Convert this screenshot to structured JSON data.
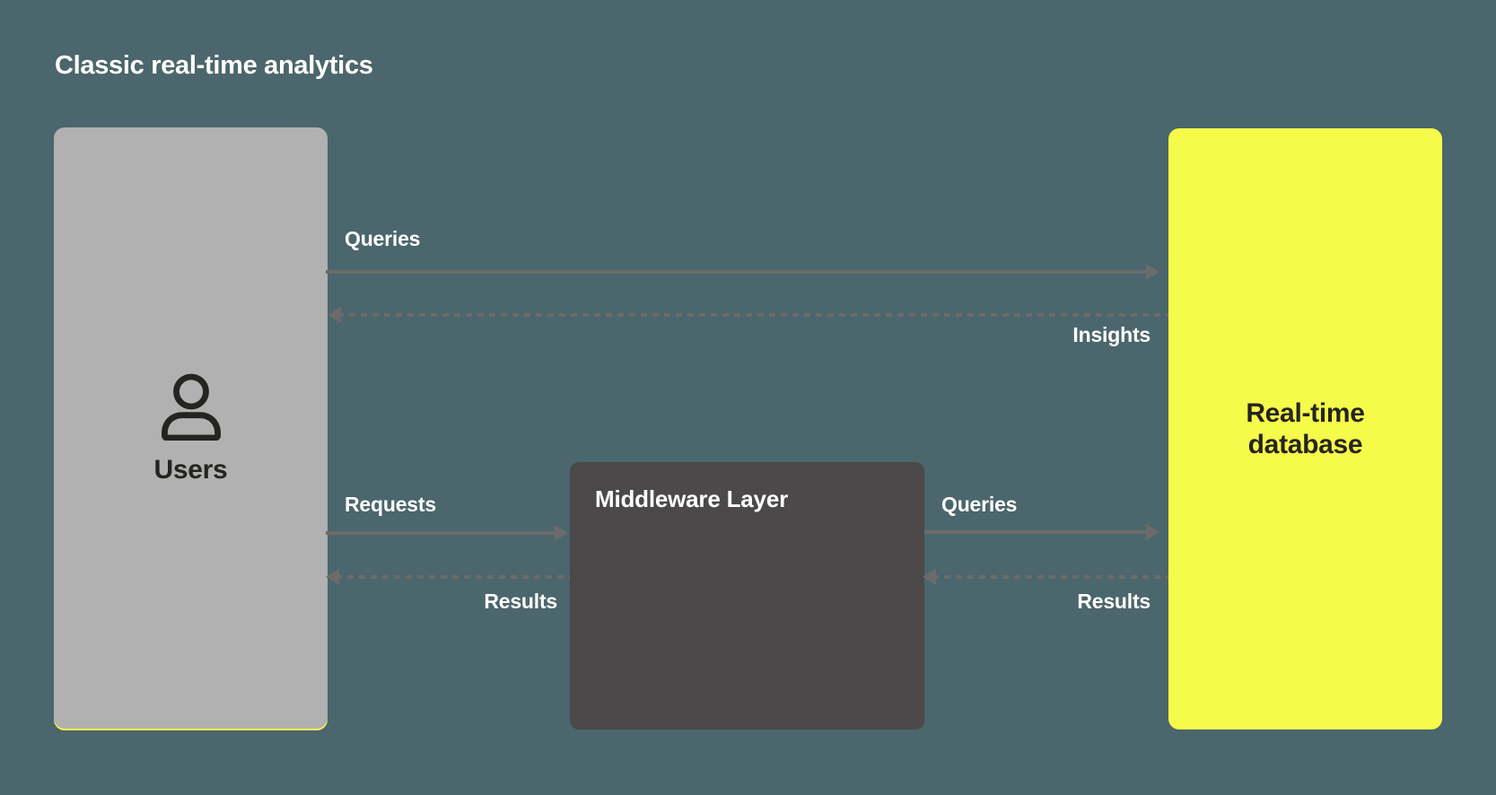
{
  "title": "Classic real-time analytics",
  "nodes": {
    "users": {
      "label": "Users",
      "icon": "user-icon"
    },
    "middleware": {
      "label": "Middleware Layer"
    },
    "database": {
      "label": "Real-time database"
    }
  },
  "flows": {
    "queries_top": {
      "label": "Queries",
      "style": "solid",
      "direction": "right"
    },
    "insights": {
      "label": "Insights",
      "style": "dashed",
      "direction": "left"
    },
    "requests": {
      "label": "Requests",
      "style": "solid",
      "direction": "right"
    },
    "results_left": {
      "label": "Results",
      "style": "dashed",
      "direction": "left"
    },
    "queries_right": {
      "label": "Queries",
      "style": "solid",
      "direction": "right"
    },
    "results_right": {
      "label": "Results",
      "style": "dashed",
      "direction": "left"
    }
  },
  "colors": {
    "bg": "#4b666c",
    "users-bg": "#b1b1b1",
    "mw-bg": "#4b4949",
    "db-bg": "#f6fb4b",
    "arrow": "#6c6b6b",
    "dark-text": "#262420",
    "light-text": "#ffffff"
  }
}
